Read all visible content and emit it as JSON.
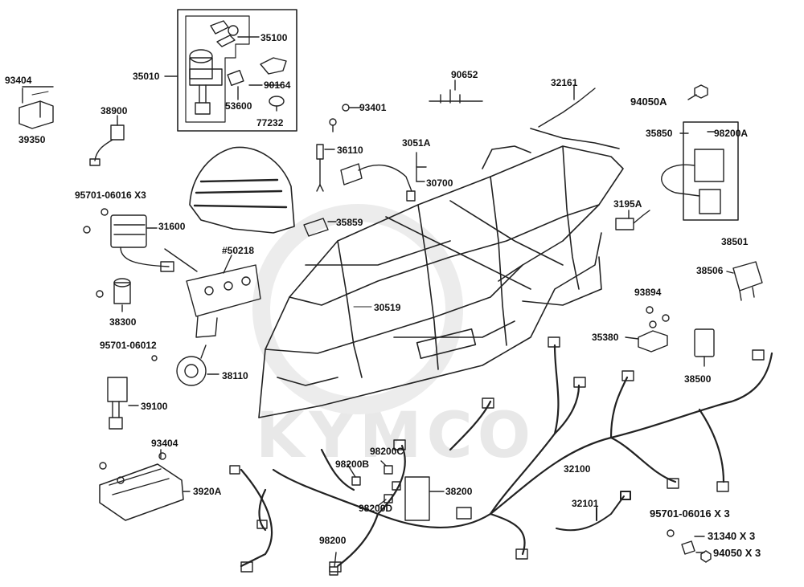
{
  "watermark": "KYMCO",
  "labels": [
    {
      "id": "l35100",
      "text": "35100"
    },
    {
      "id": "l35010",
      "text": "35010"
    },
    {
      "id": "l90164",
      "text": "90164"
    },
    {
      "id": "l53600",
      "text": "53600"
    },
    {
      "id": "l77232",
      "text": "77232"
    },
    {
      "id": "l93404a",
      "text": "93404"
    },
    {
      "id": "l39350",
      "text": "39350"
    },
    {
      "id": "l38900",
      "text": "38900"
    },
    {
      "id": "l93401",
      "text": "93401"
    },
    {
      "id": "l90652",
      "text": "90652"
    },
    {
      "id": "l32161",
      "text": "32161"
    },
    {
      "id": "l94050A",
      "text": "94050A"
    },
    {
      "id": "l35850",
      "text": "35850"
    },
    {
      "id": "l98200A",
      "text": "98200A"
    },
    {
      "id": "l36110",
      "text": "36110"
    },
    {
      "id": "l3051A",
      "text": "3051A"
    },
    {
      "id": "l30700",
      "text": "30700"
    },
    {
      "id": "l3195A",
      "text": "3195A"
    },
    {
      "id": "l95701a",
      "text": "95701-06016 X3"
    },
    {
      "id": "l31600",
      "text": "31600"
    },
    {
      "id": "l35859",
      "text": "35859"
    },
    {
      "id": "l38501",
      "text": "38501"
    },
    {
      "id": "l38506",
      "text": "38506"
    },
    {
      "id": "l50218",
      "text": "#50218"
    },
    {
      "id": "l93894",
      "text": "93894"
    },
    {
      "id": "l38300",
      "text": "38300"
    },
    {
      "id": "l30519",
      "text": "30519"
    },
    {
      "id": "l35380",
      "text": "35380"
    },
    {
      "id": "l95701b",
      "text": "95701-06012"
    },
    {
      "id": "l38110",
      "text": "38110"
    },
    {
      "id": "l38500",
      "text": "38500"
    },
    {
      "id": "l39100",
      "text": "39100"
    },
    {
      "id": "l93404b",
      "text": "93404"
    },
    {
      "id": "l98200C",
      "text": "98200C"
    },
    {
      "id": "l98200B",
      "text": "98200B"
    },
    {
      "id": "l32100",
      "text": "32100"
    },
    {
      "id": "l38200",
      "text": "38200"
    },
    {
      "id": "l3920A",
      "text": "3920A"
    },
    {
      "id": "l32101",
      "text": "32101"
    },
    {
      "id": "l98200D",
      "text": "98200D"
    },
    {
      "id": "l95701c",
      "text": "95701-06016 X 3"
    },
    {
      "id": "l31340",
      "text": "31340 X 3"
    },
    {
      "id": "l98200",
      "text": "98200"
    },
    {
      "id": "l94050",
      "text": "94050 X 3"
    }
  ]
}
